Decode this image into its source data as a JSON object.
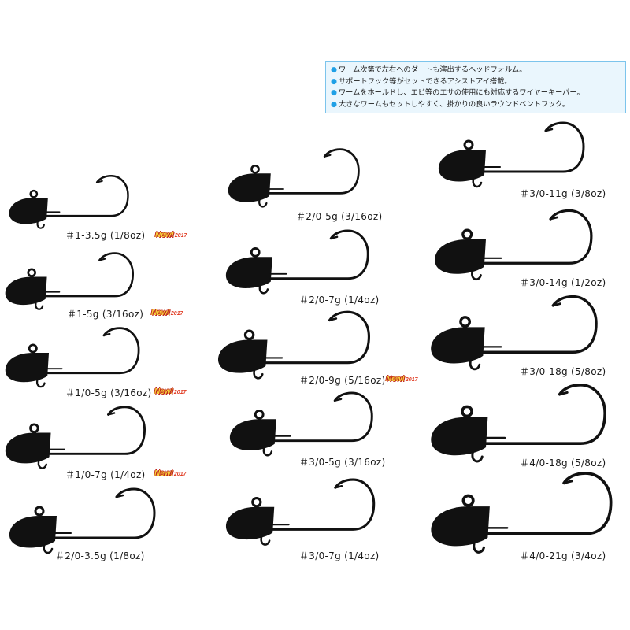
{
  "features": [
    "ワーム次第で左右へのダートも演出するヘッドフォルム。",
    "サポートフック等がセットできるアシストアイ搭載。",
    "ワームをホールドし、エビ等のエサの使用にも対応するワイヤーキーパー。",
    "大きなワームもセットしやすく、掛かりの良いラウンドベントフック。"
  ],
  "badge": {
    "text": "New!",
    "year": "2017"
  },
  "products": [
    {
      "label": "＃1-3.5g (1/8oz)",
      "is_new": true
    },
    {
      "label": "＃1-5g (3/16oz)",
      "is_new": true
    },
    {
      "label": "＃1/0-5g (3/16oz)",
      "is_new": true
    },
    {
      "label": "＃1/0-7g (1/4oz)",
      "is_new": true
    },
    {
      "label": "＃2/0-3.5g (1/8oz)",
      "is_new": false
    },
    {
      "label": "＃2/0-5g (3/16oz)",
      "is_new": false
    },
    {
      "label": "＃2/0-7g (1/4oz)",
      "is_new": false
    },
    {
      "label": "＃2/0-9g (5/16oz)",
      "is_new": true
    },
    {
      "label": "＃3/0-5g (3/16oz)",
      "is_new": false
    },
    {
      "label": "＃3/0-7g (1/4oz)",
      "is_new": false
    },
    {
      "label": "＃3/0-11g (3/8oz)",
      "is_new": false
    },
    {
      "label": "＃3/0-14g (1/2oz)",
      "is_new": false
    },
    {
      "label": "＃3/0-18g (5/8oz)",
      "is_new": false
    },
    {
      "label": "＃4/0-18g (5/8oz)",
      "is_new": false
    },
    {
      "label": "＃4/0-21g (3/4oz)",
      "is_new": false
    }
  ]
}
